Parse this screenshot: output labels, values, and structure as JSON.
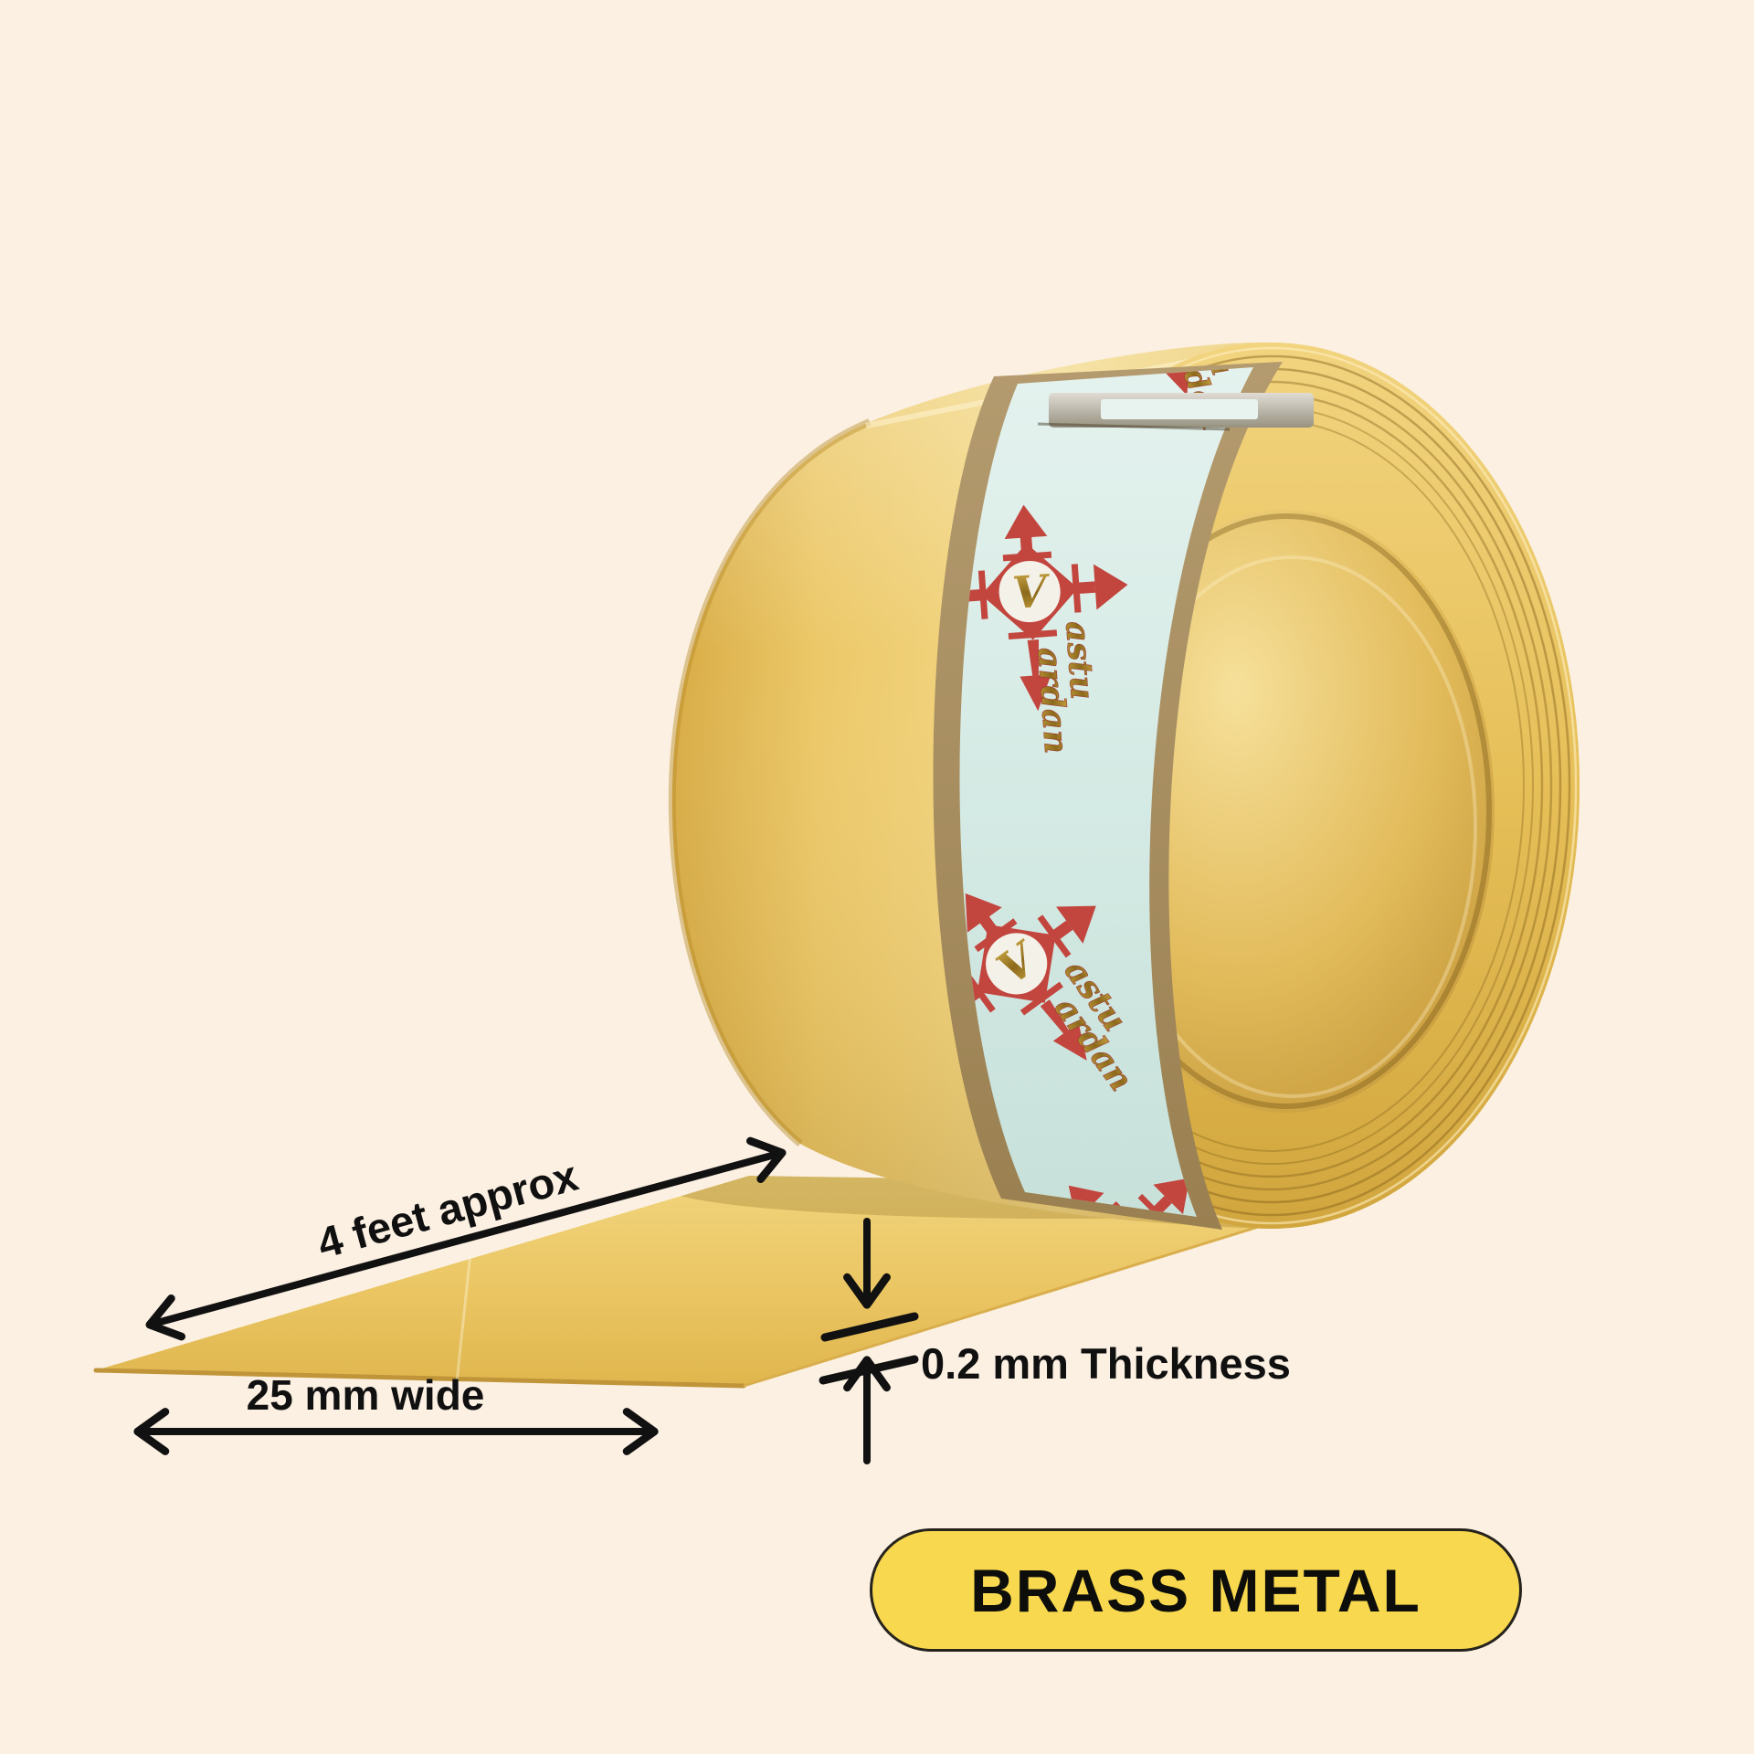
{
  "scene": {
    "background_color": "#FBF0E2",
    "description_colors": {
      "brass_light": "#F3D987",
      "brass_mid": "#E9C45D",
      "brass_dark": "#C99F38",
      "label_blue": "#D7EBE6",
      "label_tan": "#AE9468",
      "logo_red": "#C2453E",
      "logo_gold": "#A98428",
      "clip_silver": "#C6C2B8",
      "arrow_black": "#111111"
    }
  },
  "label": {
    "monogram": "V",
    "word_top": "astu",
    "word_bottom": "ardan"
  },
  "annotations": {
    "length": "4 feet approx",
    "width": "25 mm wide",
    "thickness": "0.2 mm Thickness"
  },
  "badge": {
    "label": "BRASS METAL",
    "bg": "#F7D84E"
  }
}
